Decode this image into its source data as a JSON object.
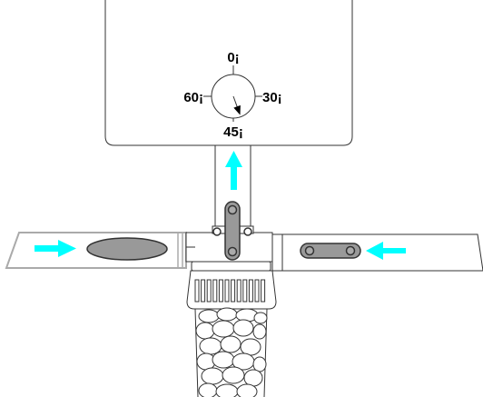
{
  "dial": {
    "labels": {
      "top": "0¡",
      "right": "30¡",
      "bottom": "45¡",
      "left": "60¡"
    },
    "pointer_angle_deg": 160
  },
  "colors": {
    "outline": "#333333",
    "light_outline": "#aaaaaa",
    "arrow": "#00ffff",
    "seal_fill": "#999999",
    "pin_fill": "#aaaaaa",
    "panel_fill": "#ffffff"
  },
  "icons": {
    "flow_arrows": "thick-arrow",
    "filter_media": "pebbles"
  }
}
